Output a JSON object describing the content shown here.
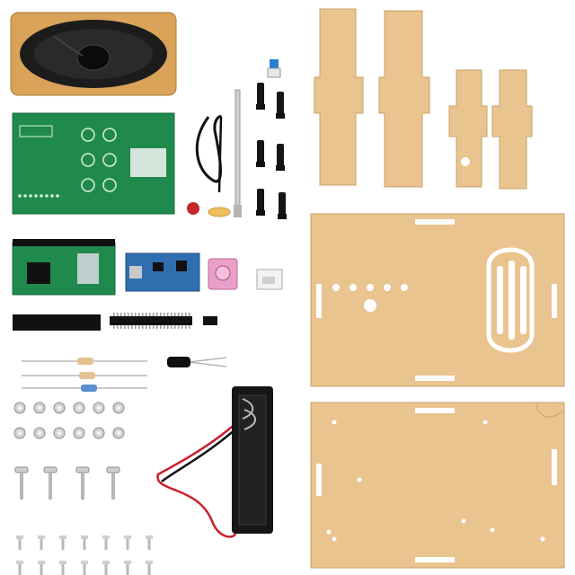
{
  "colors": {
    "background": "#ffffff",
    "acrylic": "#e9c48f",
    "acrylic_edge": "#c9a06a",
    "pcb_green": "#1f8a4c",
    "pcb_dark": "#166a3a",
    "speaker_frame": "#d9a35a",
    "module_blue": "#2f6fb0",
    "battery_black": "#161616",
    "wire_red": "#c8202a",
    "header_black": "#111111",
    "audio_jack_pink": "#e8a0c8",
    "led_red": "#c62828"
  },
  "parts": [
    {
      "id": "speaker",
      "icon": "speaker-icon"
    },
    {
      "id": "main-pcb",
      "icon": "circuit-board-icon"
    },
    {
      "id": "wire-lead",
      "icon": "wire-icon"
    },
    {
      "id": "telescopic-antenna",
      "icon": "antenna-icon"
    },
    {
      "id": "tactile-buttons",
      "icon": "push-button-icon"
    },
    {
      "id": "red-led",
      "icon": "led-icon"
    },
    {
      "id": "radio-module",
      "icon": "chip-icon"
    },
    {
      "id": "charging-module",
      "icon": "usb-module-icon"
    },
    {
      "id": "audio-jack",
      "icon": "audio-jack-icon"
    },
    {
      "id": "power-switch",
      "icon": "switch-icon"
    },
    {
      "id": "pin-headers",
      "icon": "pin-header-icon"
    },
    {
      "id": "resistors",
      "icon": "resistor-icon"
    },
    {
      "id": "capacitor",
      "icon": "capacitor-icon"
    },
    {
      "id": "battery-holder",
      "icon": "battery-holder-icon"
    },
    {
      "id": "nuts",
      "icon": "nut-icon"
    },
    {
      "id": "screws",
      "icon": "screw-icon"
    },
    {
      "id": "standoffs",
      "icon": "standoff-icon"
    },
    {
      "id": "acrylic-side-panels",
      "icon": "acrylic-panel-icon"
    },
    {
      "id": "acrylic-front-panel",
      "icon": "acrylic-panel-icon"
    },
    {
      "id": "acrylic-back-panel",
      "icon": "acrylic-panel-icon"
    }
  ]
}
